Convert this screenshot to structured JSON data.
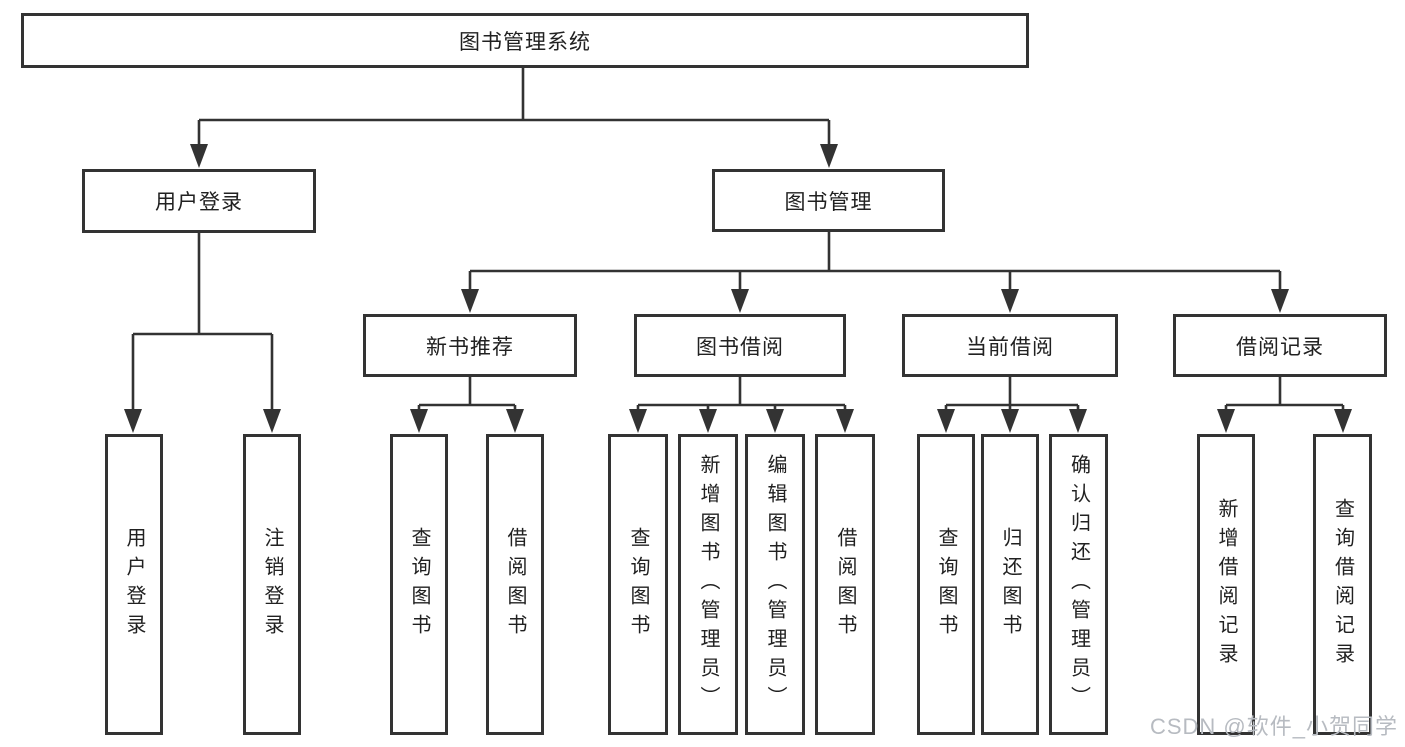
{
  "tree": {
    "root": {
      "label": "图书管理系统"
    },
    "children": [
      {
        "label": "用户登录",
        "children": [
          {
            "label": "用户登录"
          },
          {
            "label": "注销登录"
          }
        ]
      },
      {
        "label": "图书管理",
        "children": [
          {
            "label": "新书推荐",
            "children": [
              {
                "label": "查询图书"
              },
              {
                "label": "借阅图书"
              }
            ]
          },
          {
            "label": "图书借阅",
            "children": [
              {
                "label": "查询图书"
              },
              {
                "label": "新增图书（管理员）"
              },
              {
                "label": "编辑图书（管理员）"
              },
              {
                "label": "借阅图书"
              }
            ]
          },
          {
            "label": "当前借阅",
            "children": [
              {
                "label": "查询图书"
              },
              {
                "label": "归还图书"
              },
              {
                "label": "确认归还（管理员）"
              }
            ]
          },
          {
            "label": "借阅记录",
            "children": [
              {
                "label": "新增借阅记录"
              },
              {
                "label": "查询借阅记录"
              }
            ]
          }
        ]
      }
    ]
  },
  "watermark": {
    "text": "CSDN @软件_小贺同学"
  },
  "colors": {
    "line": "#333333",
    "box_border": "#333333",
    "text": "#212121",
    "background": "#ffffff",
    "watermark": "#b7bbc1"
  }
}
